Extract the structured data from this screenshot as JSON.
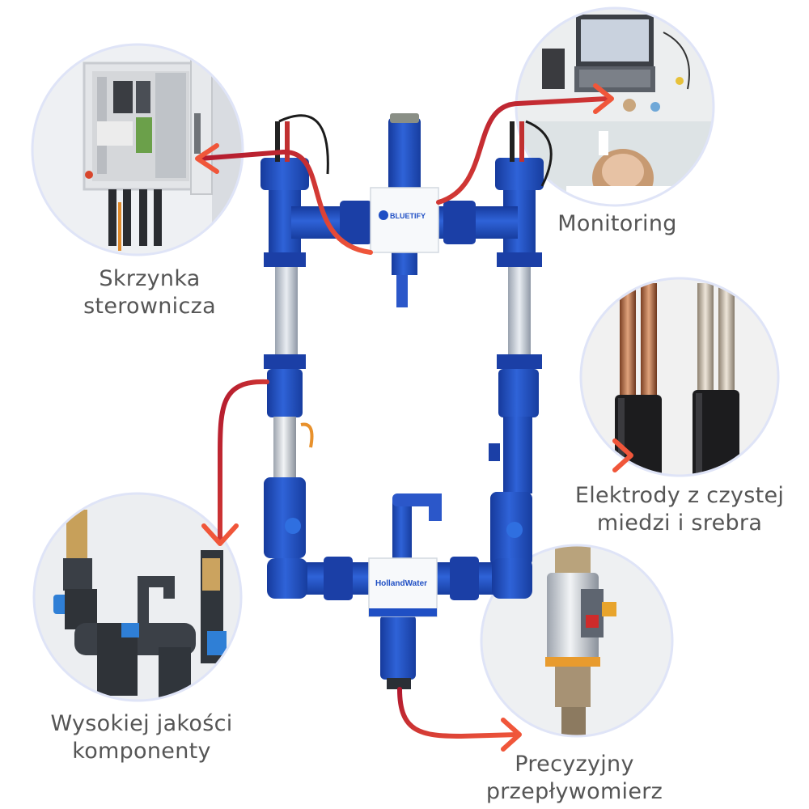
{
  "labels": {
    "control_box": {
      "line1": "Skrzynka",
      "line2": "sterownicza"
    },
    "monitoring": {
      "line1": "Monitoring"
    },
    "electrodes": {
      "line1": "Elektrody z czystej",
      "line2": "miedzi i srebra"
    },
    "components": {
      "line1": "Wysokiej jakości",
      "line2": "komponenty"
    },
    "flowmeter": {
      "line1": "Precyzyjny",
      "line2": "przepływomierz"
    }
  },
  "device_badges": {
    "top": "BLUETIFY",
    "bottom": "HollandWater"
  },
  "colors": {
    "pipe_blue": "#1f4fc4",
    "pipe_dark": "#17389a",
    "arrow_start": "#b0182e",
    "arrow_end": "#f0563a",
    "circle_border": "#dfe4f7",
    "label_text": "#555555"
  }
}
